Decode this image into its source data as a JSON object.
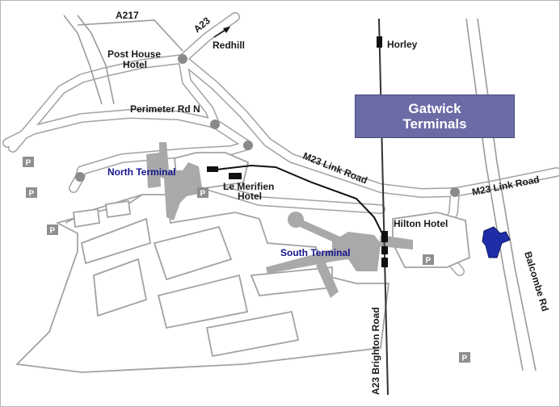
{
  "map": {
    "title": "Gatwick\nTerminals",
    "roads": {
      "a217": "A217",
      "a23_top": "A23",
      "redhill": "Redhill",
      "perimeter": "Perimeter Rd N",
      "m23_link_1": "M23 Link Road",
      "m23_link_2": "M23 Link Road",
      "a23_brighton": "A23 Brighton Road",
      "balcombe": "Balcombe Rd"
    },
    "places": {
      "post_house_line1": "Post House",
      "post_house_line2": "Hotel",
      "horley": "Horley",
      "north_terminal": "North Terminal",
      "south_terminal": "South Terminal",
      "le_merifien_line1": "Le Merifien",
      "le_merifien_line2": "Hotel",
      "hilton": "Hilton Hotel"
    },
    "parking_label": "P",
    "colors": {
      "title_bg": "#6b6ba6",
      "terminal_label": "#14148c",
      "hilton_building": "#1f2ea8",
      "road_casing": "#a2a2a2",
      "buildings": "#a9a9a9"
    }
  }
}
